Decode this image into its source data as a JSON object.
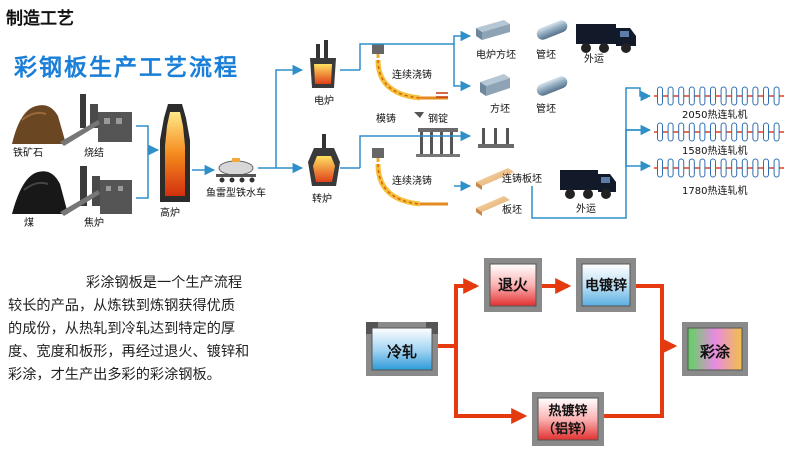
{
  "page": {
    "heading": "制造工艺",
    "subtitle": "彩钢板生产工艺流程"
  },
  "upstream": {
    "iron_ore": "铁矿石",
    "sintering": "烧结",
    "coal": "煤",
    "coking": "焦炉",
    "blast_furnace": "高炉",
    "torpedo_car": "鱼雷型铁水车",
    "electric_furnace": "电炉",
    "converter": "转炉",
    "continuous_casting": "连续浇铸",
    "ingot_casting": "模铸",
    "steel_ingot": "钢锭",
    "eaf_billet": "电炉方坯",
    "tube_billet_1": "管坯",
    "billet": "方坯",
    "tube_billet_2": "管坯",
    "export_1": "外运",
    "cc_slab": "连铸板坯",
    "slab": "板坯",
    "export_2": "外运",
    "mill_2050": "2050热连轧机",
    "mill_1580": "1580热连轧机",
    "mill_1780": "1780热连轧机"
  },
  "description": {
    "lines": [
      "彩涂钢板是一个生产流程",
      "较长的产品，从炼铁到炼钢获得优质",
      "的成份，从热轧到冷轧达到特定的厚",
      "度、宽度和板形，再经过退火、镀锌和",
      "彩涂，才生产出多彩的彩涂钢板。"
    ]
  },
  "downstream": {
    "cold_rolling": "冷轧",
    "annealing": "退火",
    "electro_galvanizing": "电镀锌",
    "hot_dip_line1": "热镀锌",
    "hot_dip_line2": "（铝锌）",
    "color_coating": "彩涂"
  },
  "colors": {
    "title_blue": "#1a7fd8",
    "flow_arrow": "#e53a10",
    "line_blue": "#2f8fc8"
  }
}
